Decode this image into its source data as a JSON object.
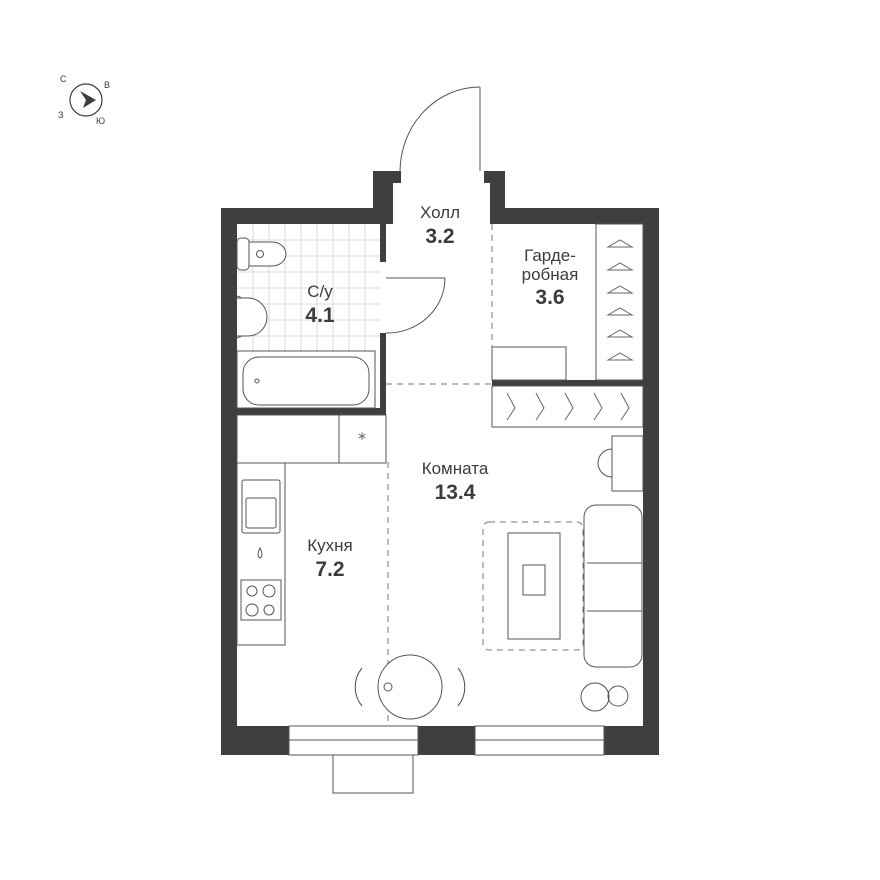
{
  "plan": {
    "wall_color": "#3f3f3f",
    "line_color": "#555555",
    "text_color": "#3c3c3c",
    "background": "#ffffff"
  },
  "compass": {
    "north": "С",
    "east": "В",
    "south": "Ю",
    "west": "З"
  },
  "rooms": [
    {
      "id": "hall",
      "name": "Холл",
      "area": "3.2"
    },
    {
      "id": "bathroom",
      "name": "С/у",
      "area": "4.1"
    },
    {
      "id": "wardrobe",
      "name": "Гарде-\nробная",
      "name_line1": "Гарде-",
      "name_line2": "робная",
      "area": "3.6"
    },
    {
      "id": "room",
      "name": "Комната",
      "area": "13.4"
    },
    {
      "id": "kitchen",
      "name": "Кухня",
      "area": "7.2"
    }
  ]
}
